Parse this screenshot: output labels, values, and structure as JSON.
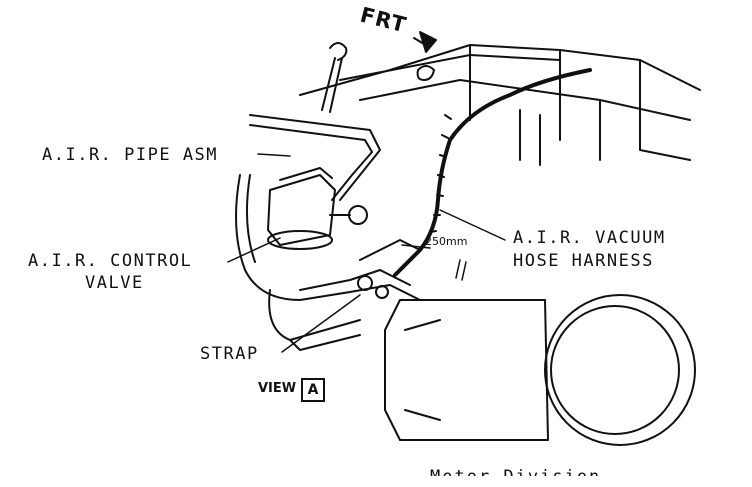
{
  "labels": {
    "frt": "FRT",
    "air_pipe_asm": "A.I.R. PIPE ASM",
    "air_control_valve_line1": "A.I.R. CONTROL",
    "air_control_valve_line2": "VALVE",
    "air_vacuum_line1": "A.I.R. VACUUM",
    "air_vacuum_line2": "HOSE HARNESS",
    "strap": "STRAP",
    "dimension": "250mm",
    "view": "VIEW",
    "view_letter": "A",
    "credit_partial": "Motor Division"
  },
  "colors": {
    "ink": "#111111",
    "background": "#ffffff"
  }
}
